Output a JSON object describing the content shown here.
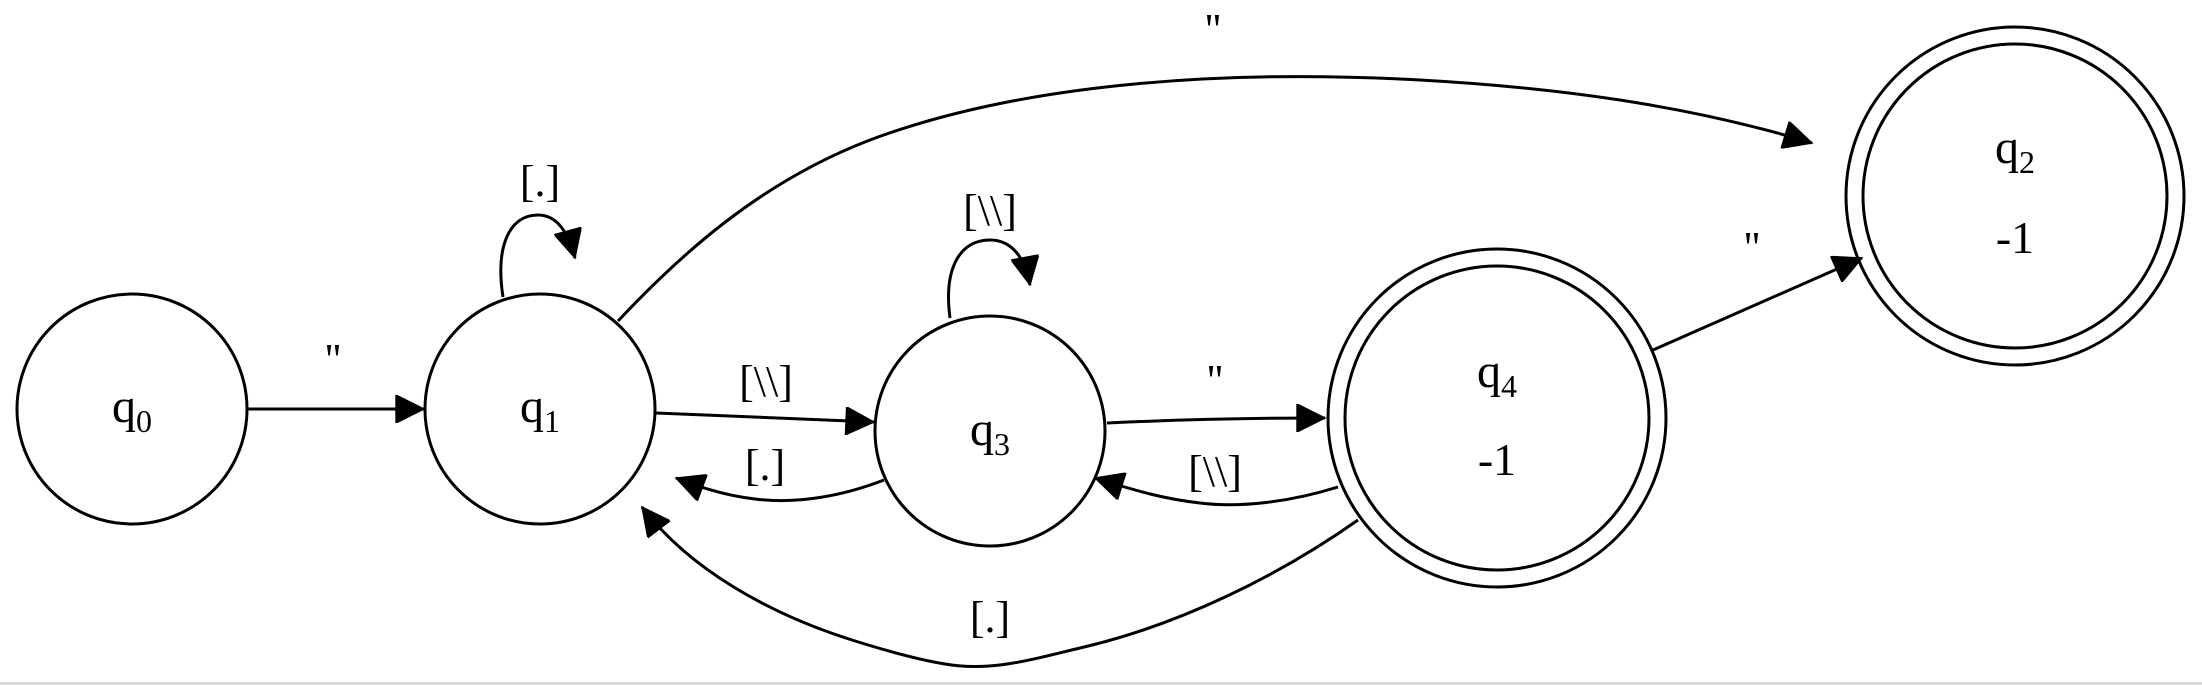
{
  "states": {
    "q0": {
      "name": "q",
      "sub": "0"
    },
    "q1": {
      "name": "q",
      "sub": "1"
    },
    "q3": {
      "name": "q",
      "sub": "3"
    },
    "q4": {
      "name": "q",
      "sub": "4",
      "value": "-1"
    },
    "q2": {
      "name": "q",
      "sub": "2",
      "value": "-1"
    }
  },
  "transitions": {
    "q0_to_q1": "''",
    "q1_loop": "[.]",
    "q1_to_q3": "[\\\\]",
    "q3_to_q1": "[.]",
    "q3_loop": "[\\\\]",
    "q3_to_q4": "''",
    "q4_to_q3": "[\\\\]",
    "q4_to_q1": "[.]",
    "q1_to_q2": "''",
    "q4_to_q2": "''"
  },
  "accepting_states": [
    "q2",
    "q4"
  ]
}
